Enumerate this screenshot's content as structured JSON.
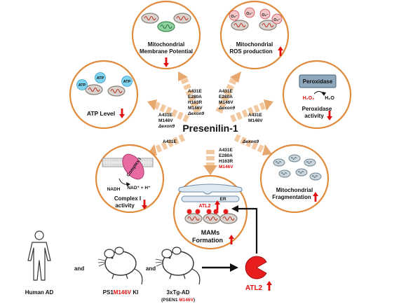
{
  "center_title": "Presenilin-1",
  "modules": {
    "membrane_potential": {
      "label_line1": "Mitochondrial",
      "label_line2": "Membrane Potential",
      "trend": "down"
    },
    "ros": {
      "label_line1": "Mitochondrial",
      "label_line2": "ROS production",
      "trend": "up",
      "molecule": "O₂⁻"
    },
    "atp": {
      "label": "ATP Level",
      "trend": "down",
      "molecule": "ATP"
    },
    "peroxidase": {
      "box_label": "Peroxidase",
      "reactant": "H₂O₂",
      "product": "H₂O",
      "label_line1": "Peroxidase",
      "label_line2": "activity",
      "trend": "down"
    },
    "complex1": {
      "enzyme": "Complex I",
      "nadh": "NADH",
      "nad": "NAD⁺ + H⁺",
      "label_line1": "Complex I",
      "label_line2": "activity",
      "trend": "down"
    },
    "mams": {
      "er": "ER",
      "atl2": "ATL2",
      "label_line1": "MAMs",
      "label_line2": "Formation",
      "trend": "up"
    },
    "fragmentation": {
      "label_line1": "Mitochondrial",
      "label_line2": "Fragmentation",
      "trend": "up"
    }
  },
  "mutations": {
    "membrane_potential": [
      "A431E",
      "E280A",
      "H163R",
      "M146V",
      "Δexon9"
    ],
    "ros": [
      "A431E",
      "E280A",
      "M146V",
      "Δexon9"
    ],
    "atp": [
      "A431E",
      "M146V",
      "Δexon9"
    ],
    "peroxidase": [
      "A431E",
      "M146V"
    ],
    "complex1": [
      "A431E"
    ],
    "fragmentation": [
      "Δexon9"
    ],
    "mams": [
      "A431E",
      "E280A",
      "H163R",
      "M146V"
    ],
    "highlighted": "M146V"
  },
  "bottom": {
    "human": "Human AD",
    "and1": "and",
    "and2": "and",
    "mouse1_prefix": "PS1",
    "mouse1_highlight": "M146V",
    "mouse1_suffix": " KI",
    "mouse2_line1": "3xTg-AD",
    "mouse2_line2_prefix": "(PSEN1 ",
    "mouse2_line2_highlight": "M146V",
    "mouse2_line2_suffix": ")",
    "atl2_label": "ATL2",
    "atl2_trend": "up"
  },
  "colors": {
    "circle_border": "#e08a3c",
    "arrow": "#f2c9a0",
    "arrow_dark": "#e6a86e",
    "up_down": "#e01010",
    "highlight": "#e01010",
    "mito_fill": "#d9d4cf",
    "mito_stroke": "#8a7f78",
    "cristae": "#c0392b",
    "atp_fill": "#7fd3f0",
    "ros_fill": "#f4c7c7",
    "peroxidase_fill": "#8fa8bd",
    "complex_fill": "#e86aa3",
    "er_fill": "#dfe9f2",
    "atl2_fill": "#e81e1e"
  }
}
